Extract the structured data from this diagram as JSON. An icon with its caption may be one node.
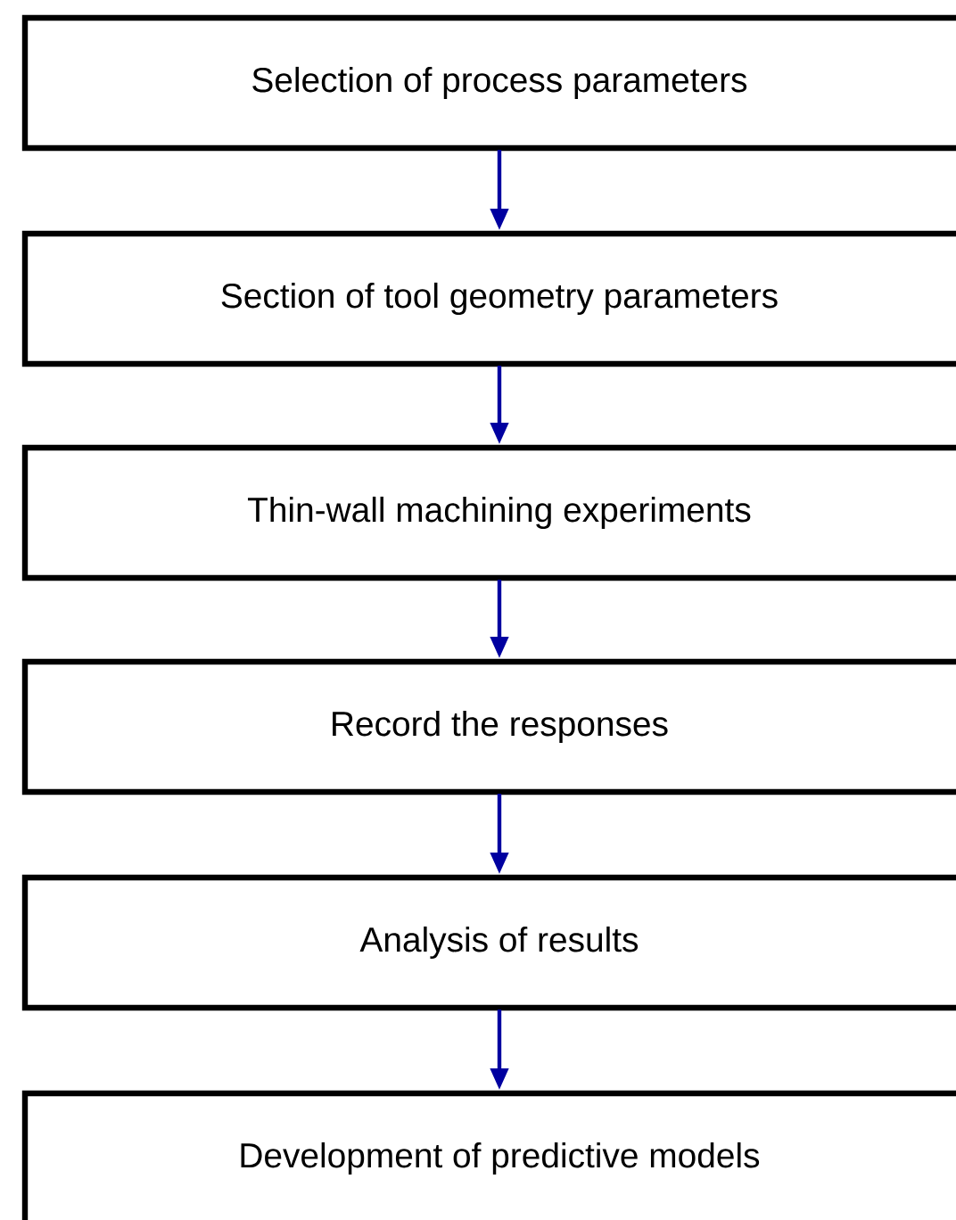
{
  "diagram": {
    "nodes": [
      {
        "text": [
          "Selection of process parameters"
        ]
      },
      {
        "text": [
          "Section of tool geometry parameters"
        ]
      },
      {
        "text": [
          "Thin-wall machining experiments"
        ]
      },
      {
        "text": [
          "Record the responses"
        ]
      },
      {
        "text": [
          "Analysis of results"
        ]
      },
      {
        "text": [
          "Development of predictive models"
        ]
      }
    ],
    "edges": [
      {
        "from": 0,
        "to": 1,
        "arrow": "to"
      },
      {
        "from": 1,
        "to": 2,
        "arrow": "to"
      },
      {
        "from": 2,
        "to": 3,
        "arrow": "to"
      },
      {
        "from": 3,
        "to": 4,
        "arrow": "to"
      },
      {
        "from": 4,
        "to": 5,
        "arrow": "to"
      }
    ]
  }
}
